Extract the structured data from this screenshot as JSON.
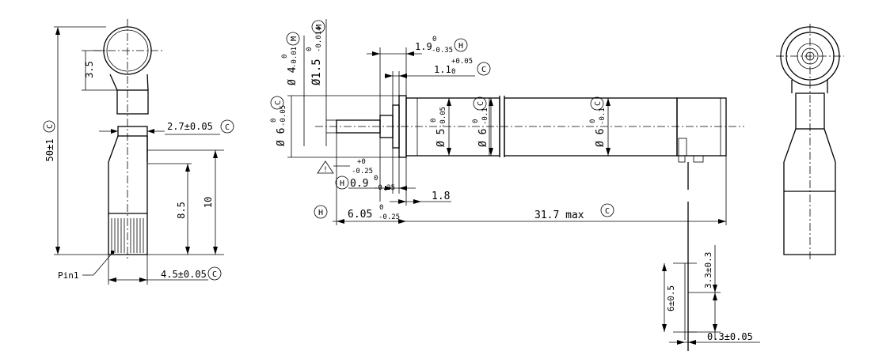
{
  "labels": {
    "pin_dim": "2.7±0.05",
    "pin_c": "C",
    "cap_h": "3.5",
    "total_len": "50±1",
    "total_c": "C",
    "dim_85": "8.5",
    "dim_10": "10",
    "pin1": "Pin1",
    "width_45": "4.5±0.05",
    "width_c": "C",
    "dia4_base": "Ø 4",
    "dia4_tol_up": "0",
    "dia4_tol_lo": "-0.01",
    "dia4_m": "M",
    "dia15_base": "Ø1.5",
    "dia15_tol_up": "0",
    "dia15_tol_lo": "-0.014",
    "dia15_m": "M",
    "dim19_base": "1.9",
    "dim19_tol_up": "0",
    "dim19_tol_lo": "-0.35",
    "dim19_h": "H",
    "dim11_base": "1.1",
    "dim11_tol_up": "+0.05",
    "dim11_tol_lo": "0",
    "dim11_c": "C",
    "dia6a_base": "Ø 6",
    "dia6a_tol_up": "0",
    "dia6a_tol_lo": "-0.05",
    "dia6a_c": "C",
    "dia5_base": "Ø 5",
    "dia5_tol_up": "0",
    "dia5_tol_lo": "-0.05",
    "dia6b_base": "Ø 6",
    "dia6b_tol_up": "0",
    "dia6b_tol_lo": "-0.1",
    "dia6b_c": "C",
    "dia6c_base": "Ø 6",
    "dia6c_tol_up": "0",
    "dia6c_tol_lo": "-0.1",
    "dia6c_c": "C",
    "warn_symbol": "!",
    "tol025_up": "+0",
    "tol025_lo": "-0.25",
    "dim09_h": "H",
    "dim09_base": "0.9",
    "dim09_tol_up": "0",
    "dim09_tol_lo": "-0.25",
    "dim18": "1.8",
    "dim605_h": "H",
    "dim605_base": "6.05",
    "dim605_tol_up": "0",
    "dim605_tol_lo": "-0.25",
    "dim317": "31.7 max",
    "dim317_c": "C",
    "dim33": "3.3±0.3",
    "dim6": "6±0.5",
    "dim03": "0.3±0.05"
  }
}
